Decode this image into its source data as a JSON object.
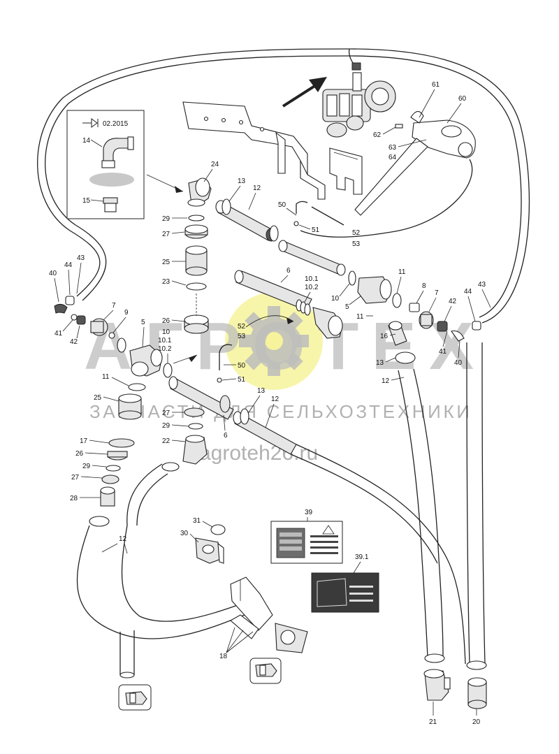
{
  "inset": {
    "date": "02.2015",
    "labels": [
      "14",
      "15"
    ]
  },
  "callouts": {
    "c61": "61",
    "c60": "60",
    "c62": "62",
    "c63": "63",
    "c64": "64",
    "c24": "24",
    "c13a": "13",
    "c12a": "12",
    "c50a": "50",
    "c51a": "51",
    "c52a": "52",
    "c53a": "53",
    "c29a": "29",
    "c27a": "27",
    "c25a": "25",
    "c23": "23",
    "c26a": "26",
    "c10a": "10",
    "c101a": "10.1",
    "c102a": "10.2",
    "c6a": "6",
    "c101b": "10.1",
    "c102b": "10.2",
    "c10b": "10",
    "c5a": "5",
    "c11a": "11",
    "c8": "8",
    "c7a": "7",
    "c42a": "42",
    "c44a": "44",
    "c43a": "43",
    "c11b": "11",
    "c16": "16",
    "c41a": "41",
    "c40a": "40",
    "c13b": "13",
    "c12b": "12",
    "c40b": "40",
    "c44b": "44",
    "c43b": "43",
    "c41b": "41",
    "c42b": "42",
    "c7b": "7",
    "c9": "9",
    "c5b": "5",
    "c52b": "52",
    "c53b": "53",
    "c50b": "50",
    "c51b": "51",
    "c11c": "11",
    "c25b": "25",
    "c13c": "13",
    "c12c": "12",
    "c27b": "27",
    "c29b": "29",
    "c6b": "6",
    "c22": "22",
    "c17": "17",
    "c26b": "26",
    "c29c": "29",
    "c27c": "27",
    "c28": "28",
    "c12d": "12",
    "c31": "31",
    "c30": "30",
    "c39": "39",
    "c391": "39.1",
    "c18": "18",
    "c21": "21",
    "c20": "20"
  },
  "watermark": {
    "brand": "АГРОТЕХ",
    "tagline": "ЗАПЧАСТИ ДЛЯ СЕЛЬХОЗТЕХНИКИ",
    "site": "agroteh26.ru"
  },
  "colors": {
    "line": "#222222",
    "watermark_gray": "#bdbdbd",
    "watermark_yellow": "#f3f08a",
    "decal_dark": "#3a3a3a"
  }
}
